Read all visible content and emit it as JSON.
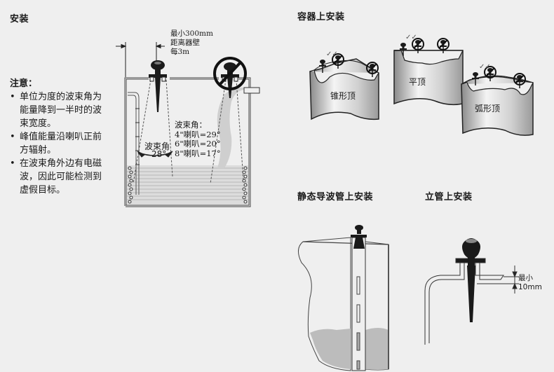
{
  "sections": {
    "install": {
      "title": "安装"
    },
    "vessel_install": {
      "title": "容器上安装"
    },
    "stillpipe_install": {
      "title": "静态导波管上安装"
    },
    "standpipe_install": {
      "title": "立管上安装"
    }
  },
  "notes": {
    "title": "注意：",
    "items": [
      "单位为度的波束角为能量降到一半时的波束宽度。",
      "峰值能量沿喇叭正前方辐射。",
      "在波束角外边有电磁波，因此可能检测到虚假目标。"
    ]
  },
  "main_diagram": {
    "wall_distance_label": [
      "最小300mm",
      "距离器壁",
      "每3m"
    ],
    "beam_angle_label": "波束角",
    "beam_angle_value": "28°",
    "beam_table_title": "波束角：",
    "beam_table": [
      "4\"喇叭=29°",
      "6\"喇叭=20°",
      "8\"喇叭=17°"
    ]
  },
  "vessels": [
    {
      "label": "锥形顶",
      "check_mark": "✓✓"
    },
    {
      "label": "平顶",
      "check_mark": "✓✓"
    },
    {
      "label": "弧形顶",
      "check_mark": "✓✓"
    }
  ],
  "standpipe": {
    "min_distance_label": "最小10mm"
  }
}
